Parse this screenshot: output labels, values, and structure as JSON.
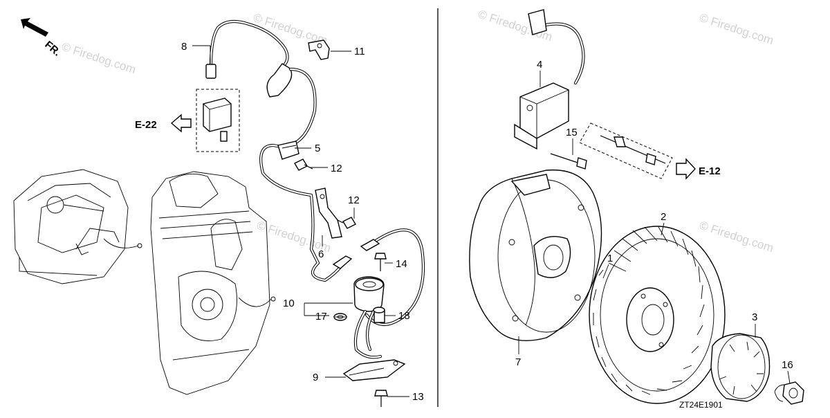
{
  "diagram": {
    "direction_label": "FR.",
    "watermark_text": "© Firedog.com",
    "drawing_code": "ZT24E1901",
    "references": [
      {
        "id": "ref-e22",
        "label": "E-22"
      },
      {
        "id": "ref-e12",
        "label": "E-12"
      }
    ],
    "callouts": {
      "c1": "1",
      "c2": "2",
      "c3": "3",
      "c4": "4",
      "c5": "5",
      "c6": "6",
      "c7": "7",
      "c8": "8",
      "c9": "9",
      "c10": "10",
      "c11": "11",
      "c12a": "12",
      "c12b": "12",
      "c13": "13",
      "c14": "14",
      "c15": "15",
      "c16": "16",
      "c17": "17",
      "c18": "18"
    }
  }
}
